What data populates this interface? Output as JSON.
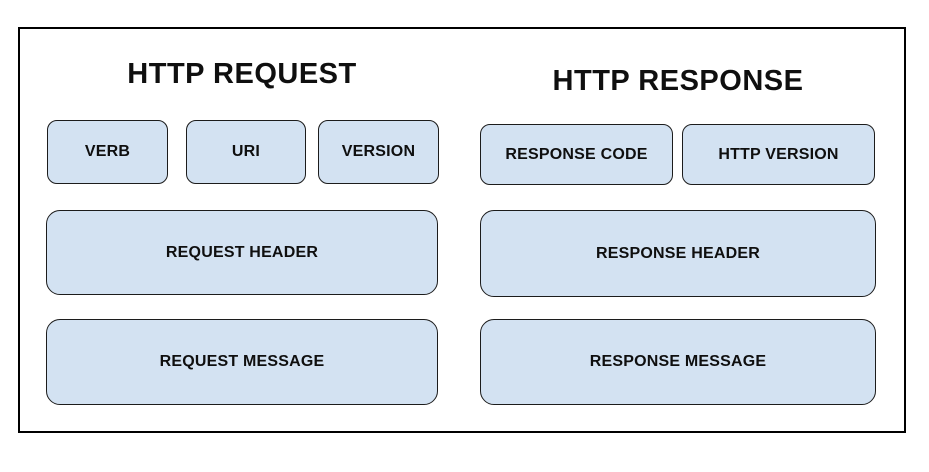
{
  "diagram": {
    "request": {
      "title": "HTTP REQUEST",
      "verb": "VERB",
      "uri": "URI",
      "version": "VERSION",
      "header": "REQUEST HEADER",
      "message": "REQUEST MESSAGE"
    },
    "response": {
      "title": "HTTP RESPONSE",
      "code": "RESPONSE CODE",
      "http_version": "HTTP VERSION",
      "header": "RESPONSE HEADER",
      "message": "RESPONSE MESSAGE"
    }
  },
  "colors": {
    "box-fill": "#d3e2f2",
    "box-border": "#1c1c1c",
    "frame-border": "#000000",
    "text": "#0f0f0f",
    "page-bg": "#ffffff"
  }
}
